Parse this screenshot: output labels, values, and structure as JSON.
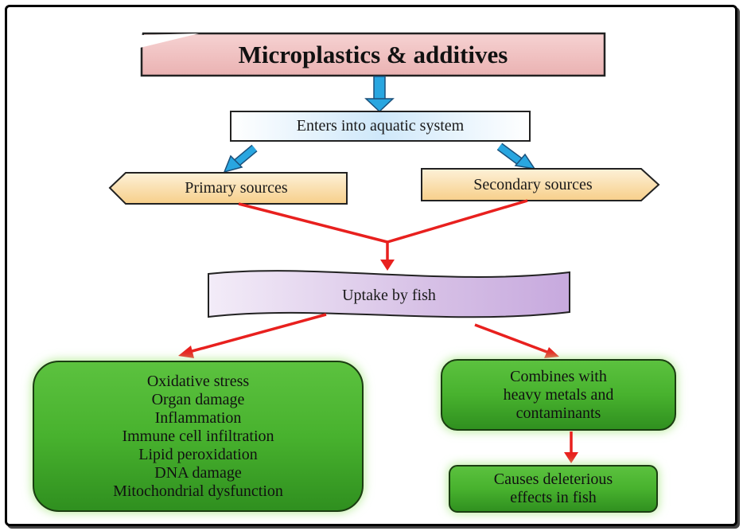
{
  "title": "Microplastics & additives",
  "enters": "Enters into aquatic system",
  "primary": "Primary sources",
  "secondary": "Secondary sources",
  "uptake": "Uptake by fish",
  "effects": [
    "Oxidative stress",
    "Organ damage",
    "Inflammation",
    "Immune cell infiltration",
    "Lipid peroxidation",
    "DNA damage",
    "Mitochondrial dysfunction"
  ],
  "combines": [
    "Combines with",
    "heavy metals and",
    "contaminants"
  ],
  "causes": [
    "Causes deleterious",
    "effects in fish"
  ],
  "colors": {
    "title_fill": "#f2c4c4",
    "enters_fill": "#d6ecfb",
    "source_fill": "#fbe0b0",
    "uptake_fill": "#d9c6e6",
    "green_fill": "#45b82c",
    "blue_arrow": "#29a6e0",
    "red_arrow": "#e8201e"
  }
}
